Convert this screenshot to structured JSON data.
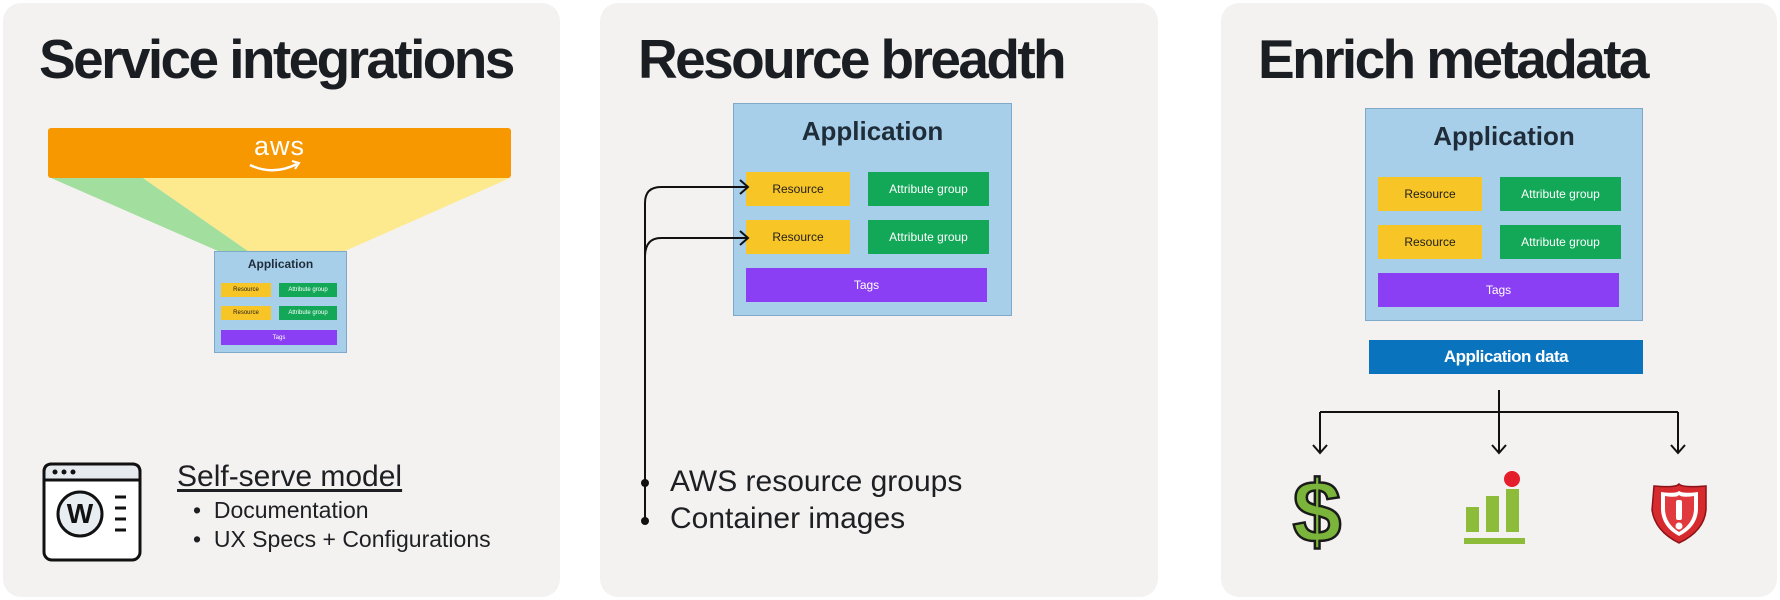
{
  "panels": {
    "service": {
      "title": "Service integrations",
      "aws_logo": "aws",
      "app": {
        "title": "Application",
        "resource": "Resource",
        "attribute_group": "Attribute group",
        "tags": "Tags"
      },
      "self_serve": {
        "heading": "Self-serve model",
        "items": [
          "Documentation",
          "UX Specs + Configurations"
        ],
        "icon_letter": "W"
      }
    },
    "breadth": {
      "title": "Resource breadth",
      "app": {
        "title": "Application",
        "resource": "Resource",
        "attribute_group": "Attribute group",
        "tags": "Tags"
      },
      "sources": [
        "AWS resource groups",
        "Container images"
      ]
    },
    "enrich": {
      "title": "Enrich metadata",
      "app": {
        "title": "Application",
        "resource": "Resource",
        "attribute_group": "Attribute group",
        "tags": "Tags"
      },
      "app_data": "Application data",
      "outputs": [
        "dollar-icon",
        "analytics-chart-icon",
        "security-shield-icon"
      ]
    }
  },
  "colors": {
    "panel_bg": "#f3f2f0",
    "aws_orange": "#f79800",
    "app_blue": "#a8cfea",
    "resource_yellow": "#f8c526",
    "attribute_green": "#13a758",
    "tags_purple": "#8b3ff5",
    "app_data_blue": "#0a73bd",
    "dollar_green": "#7ab43a",
    "alert_red": "#d62a2e"
  }
}
